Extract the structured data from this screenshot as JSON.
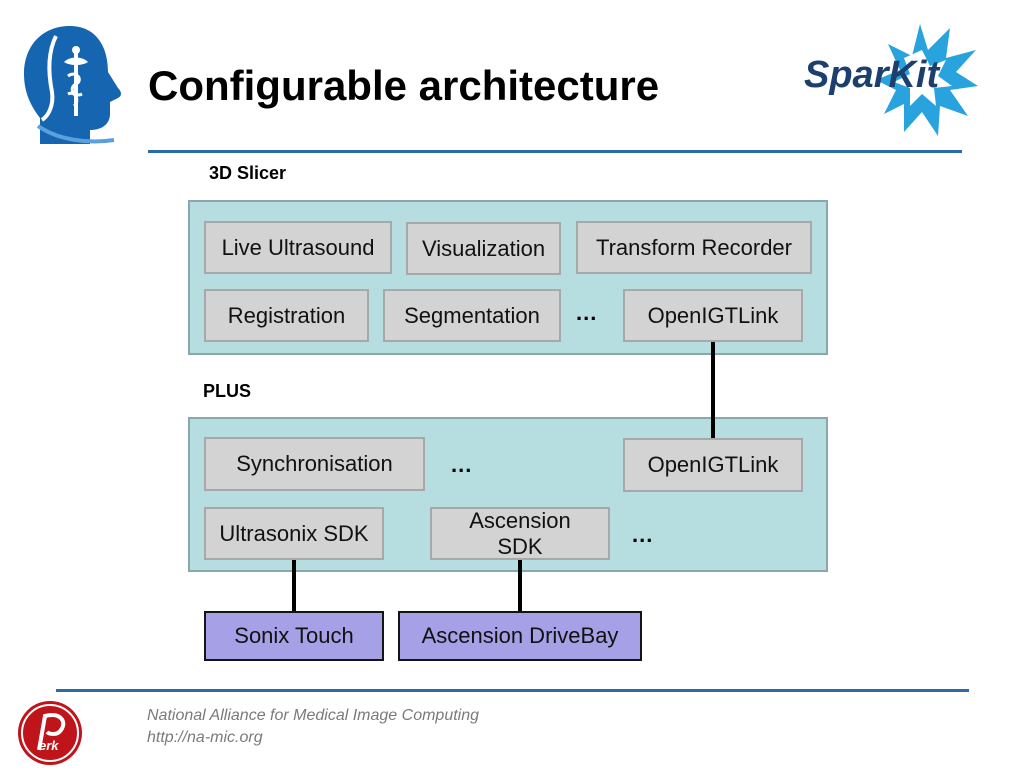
{
  "slide": {
    "title": "Configurable architecture",
    "accent_color": "#2d6aa8"
  },
  "logos": {
    "left": {
      "icon": "na-mic-head-caduceus-logo",
      "color": "#1565b0"
    },
    "right": {
      "text": "SparKit",
      "icon": "sparkit-starburst-logo",
      "text_color": "#1d3f6e",
      "burst_color": "#29a3de"
    },
    "footer": {
      "text": "erk",
      "icon": "perk-lab-logo",
      "color": "#c0141b"
    }
  },
  "diagram": {
    "slicer": {
      "label": "3D Slicer",
      "modules": [
        "Live Ultrasound",
        "Visualization",
        "Transform Recorder",
        "Registration",
        "Segmentation",
        "OpenIGTLink"
      ],
      "ellipsis": "..."
    },
    "plus": {
      "label": "PLUS",
      "modules": [
        "Synchronisation",
        "OpenIGTLink",
        "Ultrasonix SDK",
        "Ascension\nSDK"
      ],
      "ellipsis_1": "...",
      "ellipsis_2": "..."
    },
    "devices": [
      "Sonix Touch",
      "Ascension DriveBay"
    ],
    "colors": {
      "panel": "#b6dee1",
      "module": "#d3d3d3",
      "device": "#a6a1e6"
    }
  },
  "footer": {
    "org": "National Alliance for Medical Image Computing",
    "url": "http://na-mic.org"
  }
}
